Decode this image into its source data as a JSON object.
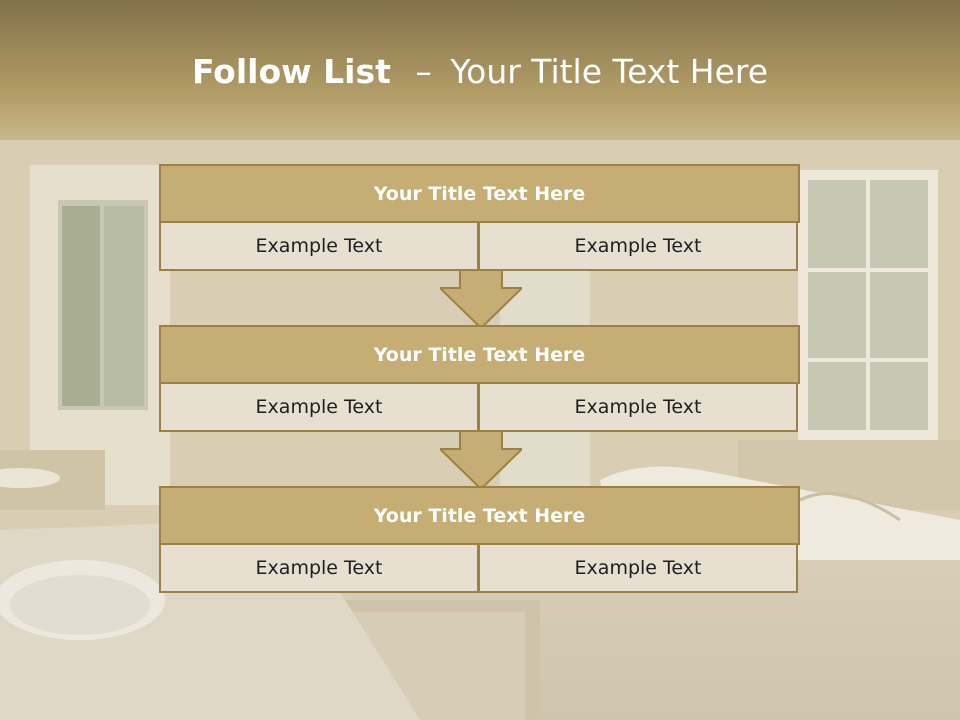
{
  "slide": {
    "title_bold": "Follow List",
    "title_dash": "–",
    "title_rest": "Your Title Text Here"
  },
  "blocks": [
    {
      "title": "Your Title Text Here",
      "left": "Example Text",
      "right": "Example Text"
    },
    {
      "title": "Your Title Text Here",
      "left": "Example Text",
      "right": "Example Text"
    },
    {
      "title": "Your Title Text Here",
      "left": "Example Text",
      "right": "Example Text"
    }
  ],
  "colors": {
    "header_band": "#8a7746",
    "block_title": "#c5ad74",
    "block_border": "#9a8247",
    "cell_fill": "#e7dfcf",
    "arrow_fill": "#c5ad74"
  },
  "icons": [
    "down-arrow-icon",
    "down-arrow-icon"
  ]
}
